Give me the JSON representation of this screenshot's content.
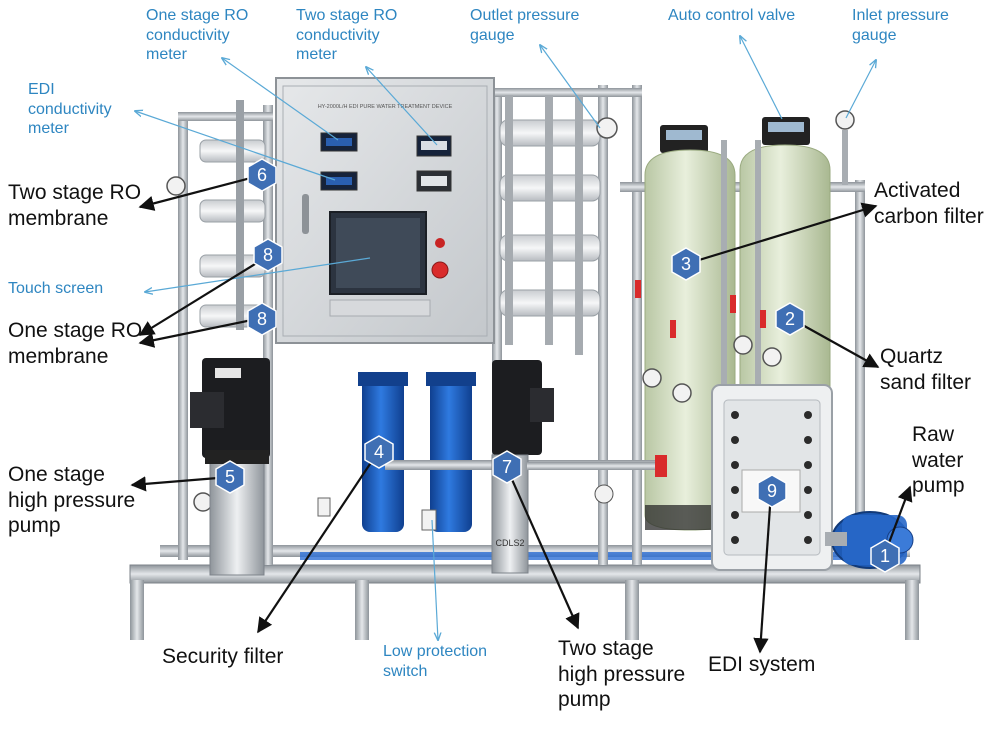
{
  "labels": {
    "one_stage_ro_meter": [
      "One stage RO",
      "conductivity",
      "meter"
    ],
    "two_stage_ro_meter": [
      "Two stage RO",
      "conductivity",
      "meter"
    ],
    "outlet_gauge": [
      "Outlet pressure",
      "gauge"
    ],
    "auto_valve": [
      "Auto control valve"
    ],
    "inlet_gauge": [
      "Inlet pressure",
      "gauge"
    ],
    "edi_meter": [
      "EDI",
      "conductivity",
      "meter"
    ],
    "two_stage_membrane": [
      "Two stage RO",
      "membrane"
    ],
    "touch_screen": [
      "Touch screen"
    ],
    "one_stage_membrane": [
      "One stage RO",
      "membrane"
    ],
    "one_stage_pump": [
      "One stage",
      "high pressure",
      "pump"
    ],
    "security_filter": [
      "Security filter"
    ],
    "low_switch": [
      "Low protection",
      "switch"
    ],
    "two_stage_pump": [
      "Two stage",
      "high pressure",
      "pump"
    ],
    "edi_system": [
      "EDI system"
    ],
    "carbon_filter": [
      "Activated",
      "carbon filter"
    ],
    "quartz_filter": [
      "Quartz",
      "sand filter"
    ],
    "raw_pump": [
      "Raw",
      "water",
      "pump"
    ]
  },
  "markers": [
    "1",
    "2",
    "3",
    "4",
    "5",
    "6",
    "7",
    "8",
    "8",
    "9"
  ],
  "device": {
    "panel_title": "HY-2000L/H EDI PURE WATER TREATMENT DEVICE",
    "pump_model": "CDLS2"
  },
  "colors": {
    "callout_text": "#2e86c1",
    "callout_line": "#5aa9d6",
    "marker_fill": "#3f6fb4",
    "frame": "#b9bec4",
    "filter_housing": "#1f5fbf"
  }
}
